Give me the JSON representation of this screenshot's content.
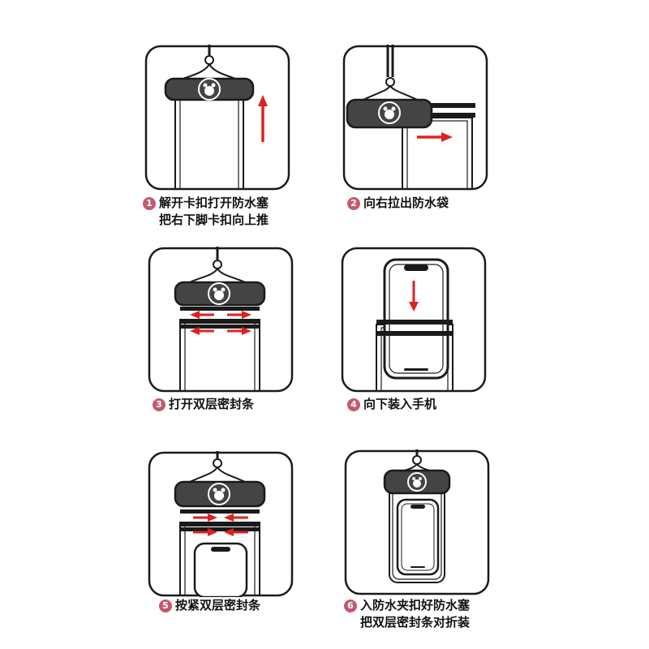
{
  "colors": {
    "frame": "#1a1a1a",
    "arrow": "#e02020",
    "badge": "#c25a6e",
    "clip": "#444444"
  },
  "steps": [
    {
      "num": "1",
      "line1": "解开卡扣打开防水塞",
      "line2": "把右下脚卡扣向上推"
    },
    {
      "num": "2",
      "line1": "向右拉出防水袋",
      "line2": ""
    },
    {
      "num": "3",
      "line1": "打开双层密封条",
      "line2": ""
    },
    {
      "num": "4",
      "line1": "向下装入手机",
      "line2": ""
    },
    {
      "num": "5",
      "line1": "按紧双层密封条",
      "line2": ""
    },
    {
      "num": "6",
      "line1": "入防水夹扣好防水塞",
      "line2": "把双层密封条对折装"
    }
  ]
}
